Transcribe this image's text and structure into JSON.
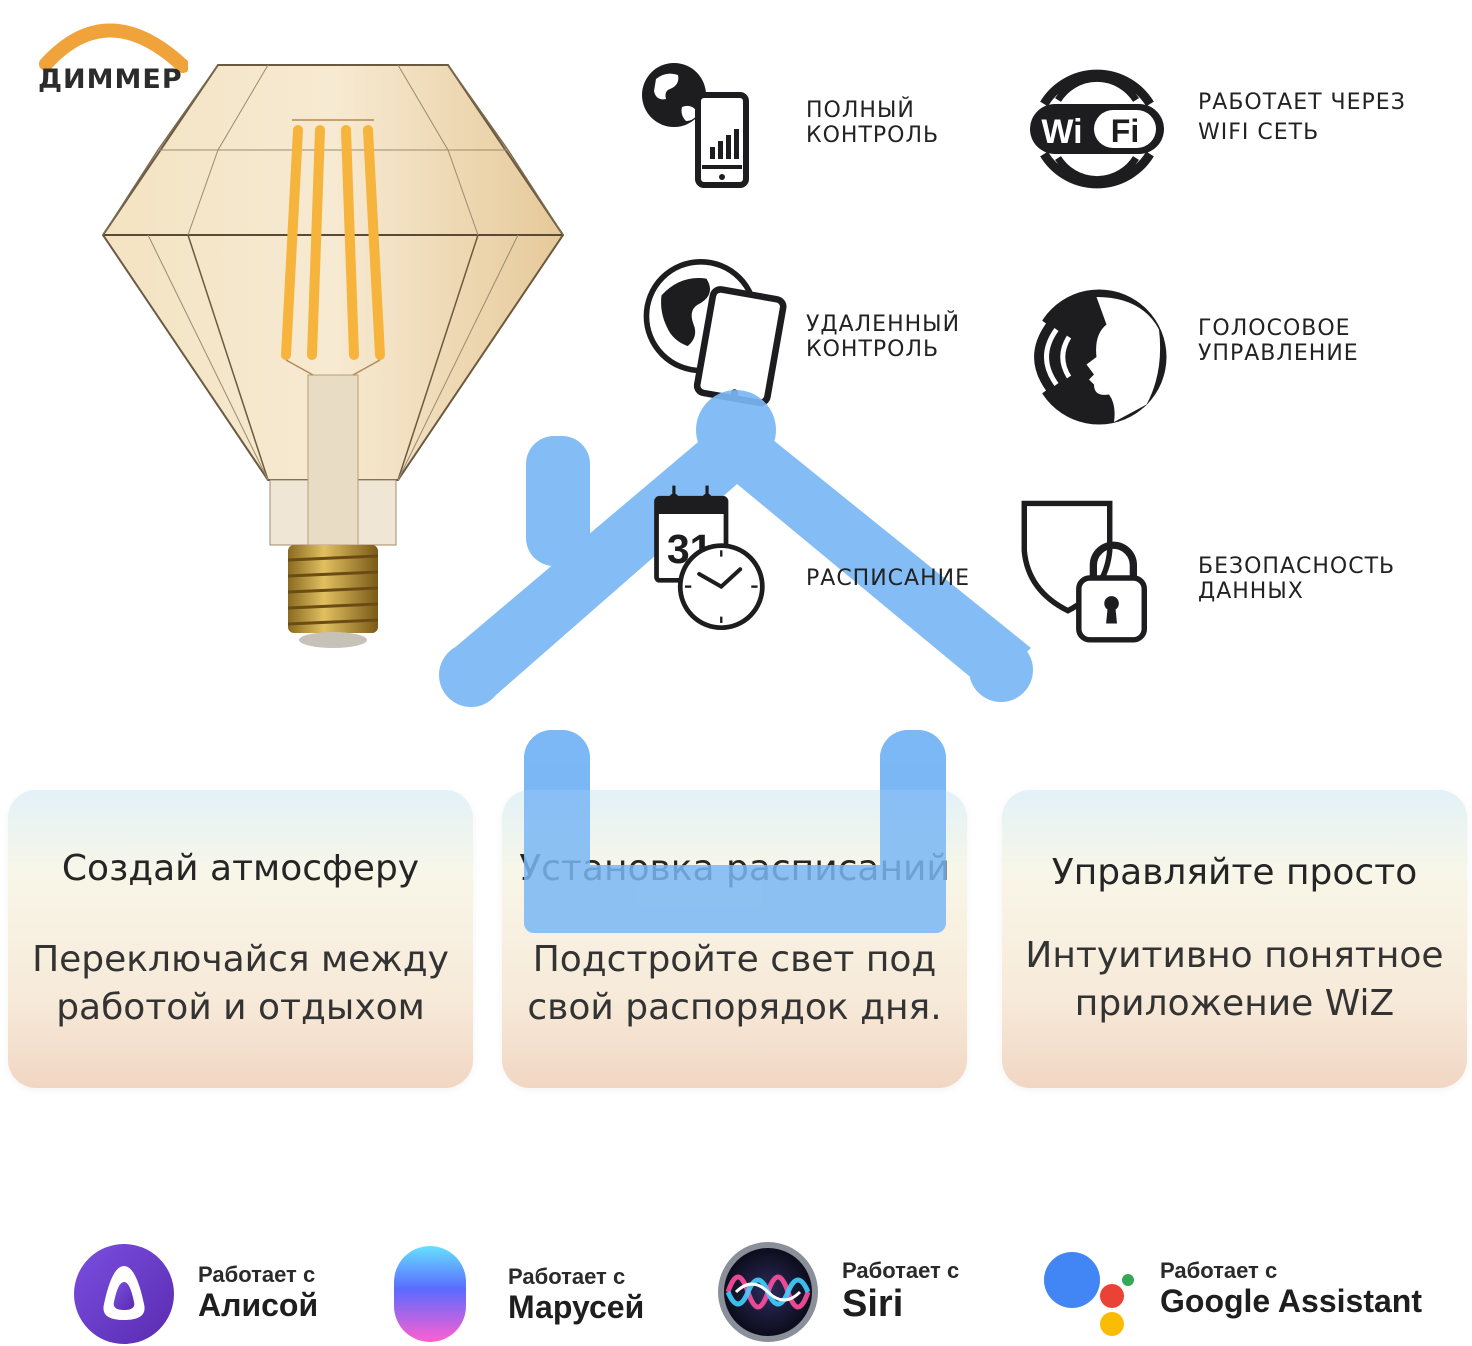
{
  "dimmer": {
    "label": "ДИММЕР"
  },
  "features": [
    {
      "id": "full-control",
      "label": "ПОЛНЫЙ\nКОНТРОЛЬ",
      "icon": "globe-phone-icon"
    },
    {
      "id": "wifi",
      "label": "РАБОТАЕТ ЧЕРЕЗ\nWiFi СЕТЬ",
      "icon": "wifi-icon"
    },
    {
      "id": "remote-control",
      "label": "УДАЛЕННЫЙ\nКОНТРОЛЬ",
      "icon": "globe-tablet-icon"
    },
    {
      "id": "voice-control",
      "label": "ГОЛОСОВОЕ\nУПРАВЛЕНИЕ",
      "icon": "voice-head-icon"
    },
    {
      "id": "schedule",
      "label": "РАСПИСАНИЕ",
      "icon": "calendar-clock-icon"
    },
    {
      "id": "data-security",
      "label": "БЕЗОПАСНОСТЬ\nДАННЫХ",
      "icon": "shield-lock-icon"
    }
  ],
  "icon_texts": {
    "wifi_wi": "Wi",
    "wifi_fi": "Fi",
    "calendar_day": "31"
  },
  "cards": [
    {
      "title": "Создай атмосферу",
      "text": "Переключайся между\nработой и отдыхом"
    },
    {
      "title": "Установка расписаний",
      "text": "Подстройте свет под\nсвой распорядок дня."
    },
    {
      "title": "Управляйте просто",
      "text": "Интуитивно понятное\nприложение WiZ"
    }
  ],
  "assistants": [
    {
      "caption": "Работает с",
      "name": "Алисой"
    },
    {
      "caption": "Работает с",
      "name": "Марусей"
    },
    {
      "caption": "Работает с",
      "name": "Siri"
    },
    {
      "caption": "Работает с",
      "name": "Google Assistant"
    }
  ],
  "colors": {
    "house": "#7ab7f5",
    "bulb_amber": "#e8c48a",
    "filament": "#f6b43c",
    "dimmer_arc": "#f0a33a"
  }
}
